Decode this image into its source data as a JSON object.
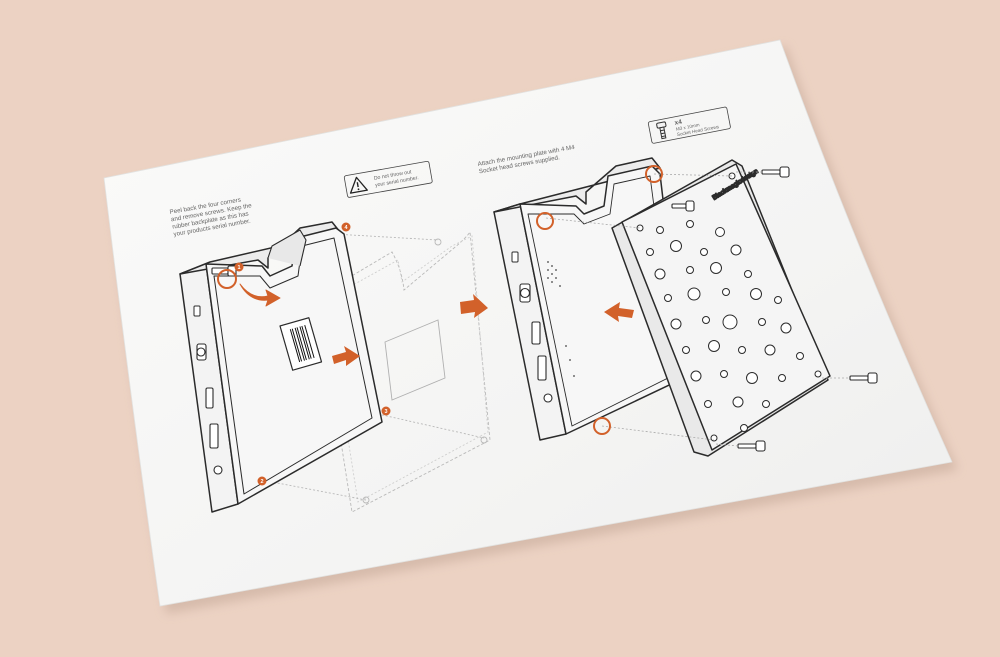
{
  "colors": {
    "background": "#ecd2c3",
    "paper": "#f6f6f5",
    "accent": "#d2612a",
    "line": "#2b2b2b",
    "ghost": "#b0b0b0"
  },
  "steps": [
    {
      "instruction_lines": [
        "Peel back the four corners",
        "and remove screws. Keep the",
        "rubber backplate as this has",
        "your products serial number."
      ],
      "warning_icon": "warning-triangle-icon",
      "warning_lines": [
        "Do not throw out",
        "your serial number."
      ],
      "callout_numbers": [
        "1",
        "2",
        "3",
        "4"
      ]
    },
    {
      "instruction_lines": [
        "Attach the mounting plate with 4 M4",
        "Socket head screws supplied."
      ],
      "parts_quantity": "x4",
      "parts_lines": [
        "M3 x 10mm",
        "Socket Head Screws"
      ],
      "parts_icon": "screw-icon",
      "brand_mark": "Blackmagicdesign"
    }
  ]
}
